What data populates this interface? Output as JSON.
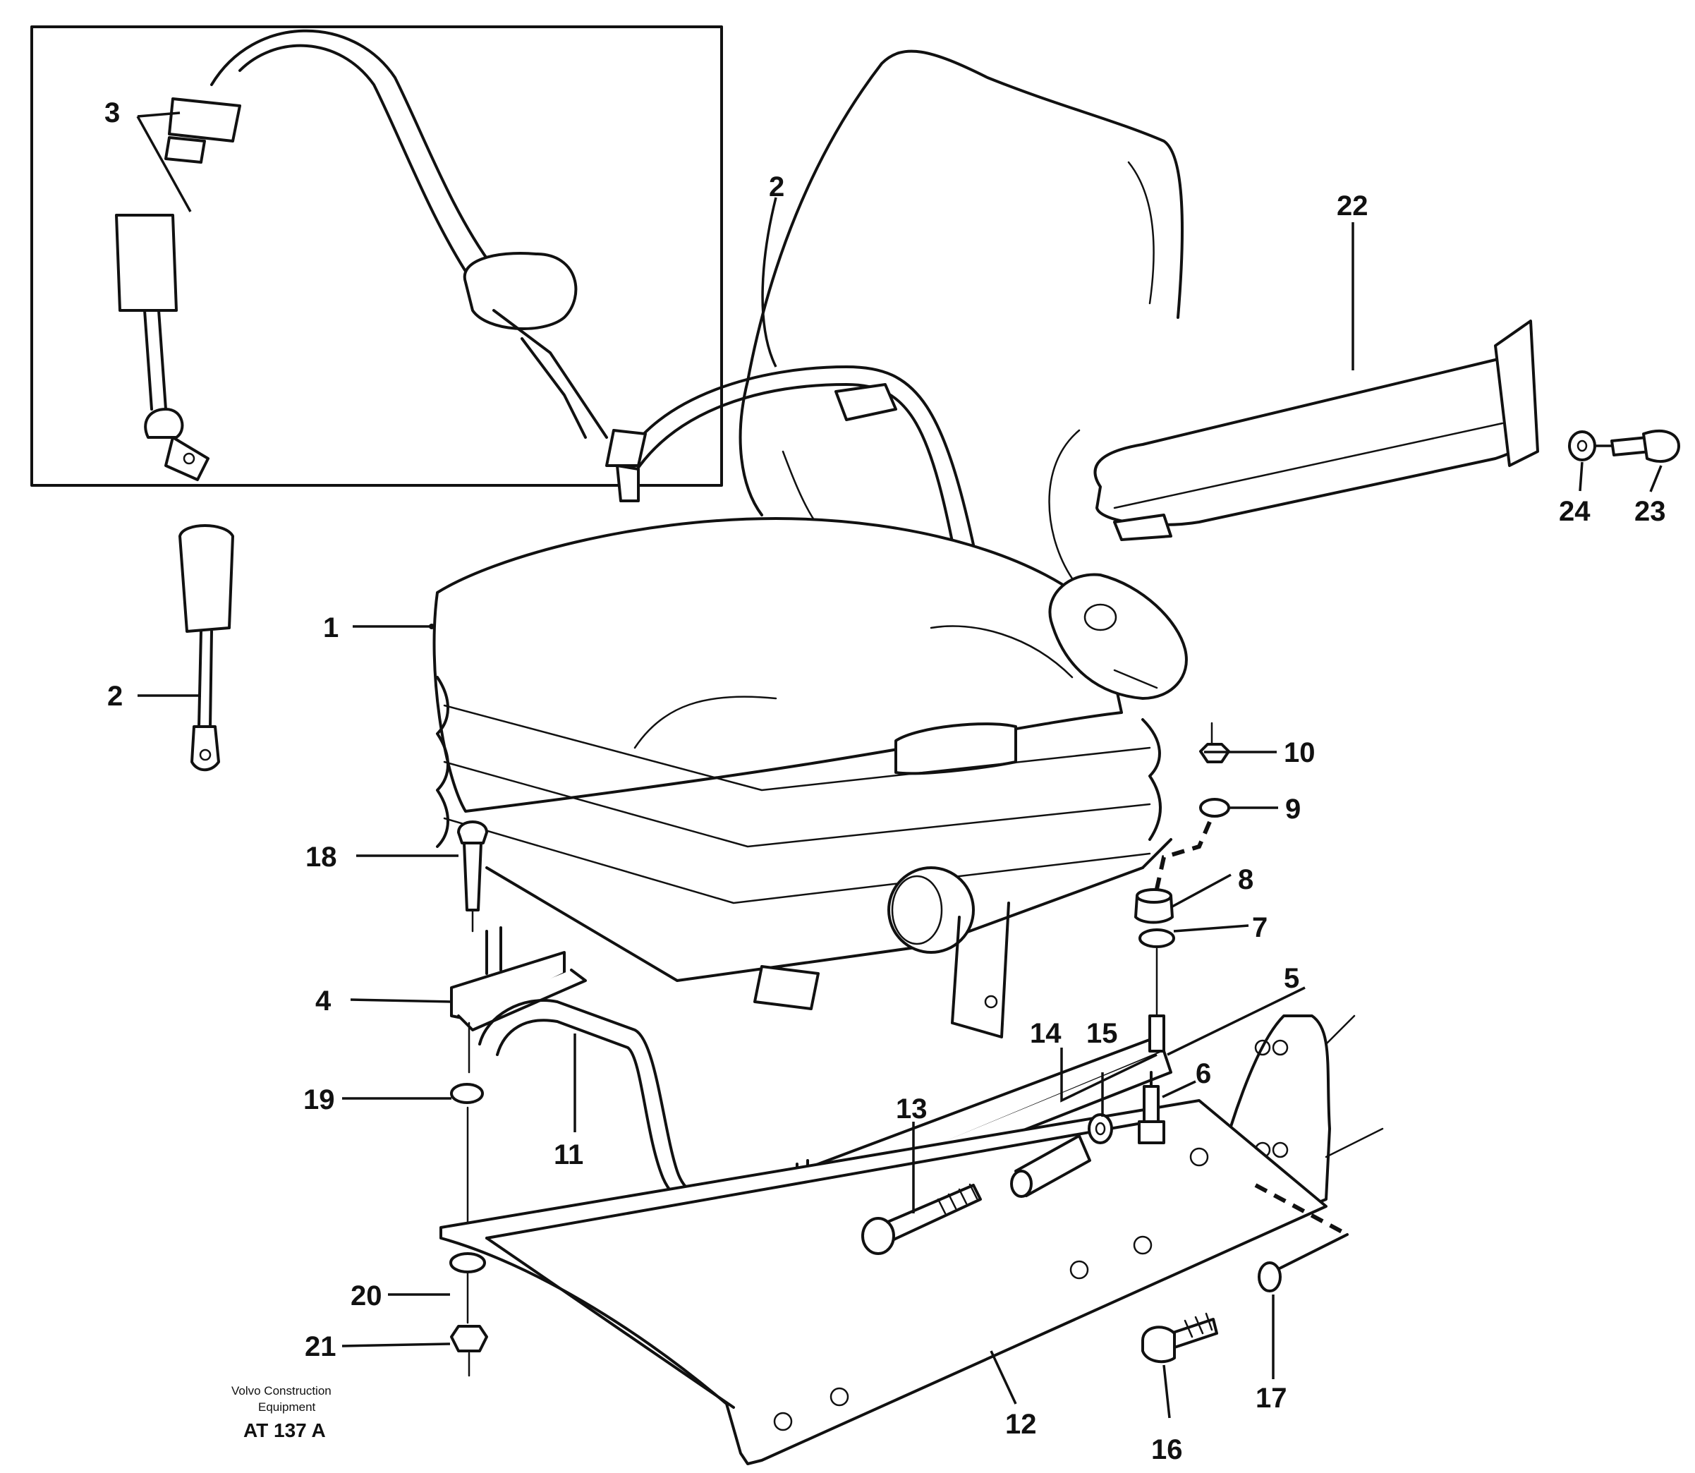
{
  "drawing": {
    "code": "AT 137 A",
    "credit": [
      "Volvo Construction",
      "Equipment"
    ]
  },
  "callouts": [
    {
      "id": "1",
      "label": "1"
    },
    {
      "id": "2a",
      "label": "2"
    },
    {
      "id": "2b",
      "label": "2"
    },
    {
      "id": "3",
      "label": "3"
    },
    {
      "id": "4",
      "label": "4"
    },
    {
      "id": "5",
      "label": "5"
    },
    {
      "id": "6",
      "label": "6"
    },
    {
      "id": "7",
      "label": "7"
    },
    {
      "id": "8",
      "label": "8"
    },
    {
      "id": "9",
      "label": "9"
    },
    {
      "id": "10",
      "label": "10"
    },
    {
      "id": "11",
      "label": "11"
    },
    {
      "id": "12",
      "label": "12"
    },
    {
      "id": "13",
      "label": "13"
    },
    {
      "id": "14",
      "label": "14"
    },
    {
      "id": "15",
      "label": "15"
    },
    {
      "id": "16",
      "label": "16"
    },
    {
      "id": "17",
      "label": "17"
    },
    {
      "id": "18",
      "label": "18"
    },
    {
      "id": "19",
      "label": "19"
    },
    {
      "id": "20",
      "label": "20"
    },
    {
      "id": "21",
      "label": "21"
    },
    {
      "id": "22",
      "label": "22"
    },
    {
      "id": "23",
      "label": "23"
    },
    {
      "id": "24",
      "label": "24"
    }
  ]
}
